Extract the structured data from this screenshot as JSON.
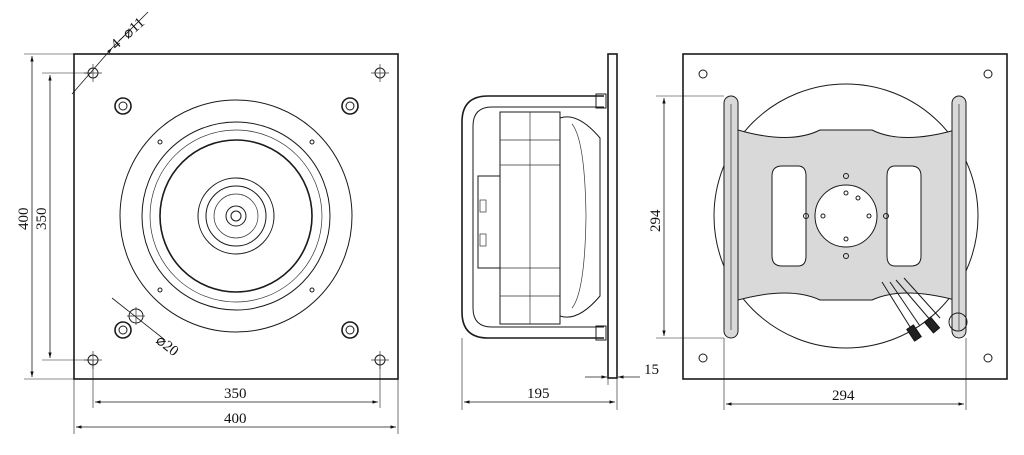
{
  "front_view": {
    "dim_outer_vertical": "400",
    "dim_hole_vertical": "350",
    "dim_hole_horizontal": "350",
    "dim_outer_horizontal": "400",
    "hole_callout": "4−⌀11",
    "center_callout": "⌀20"
  },
  "side_view": {
    "dim_depth": "195",
    "dim_flange": "15"
  },
  "rear_view": {
    "dim_vertical": "294",
    "dim_horizontal": "294"
  },
  "colors": {
    "line": "#1a1a1a",
    "panel_fill": "#d9d9d9",
    "dark_fill": "#222222"
  }
}
